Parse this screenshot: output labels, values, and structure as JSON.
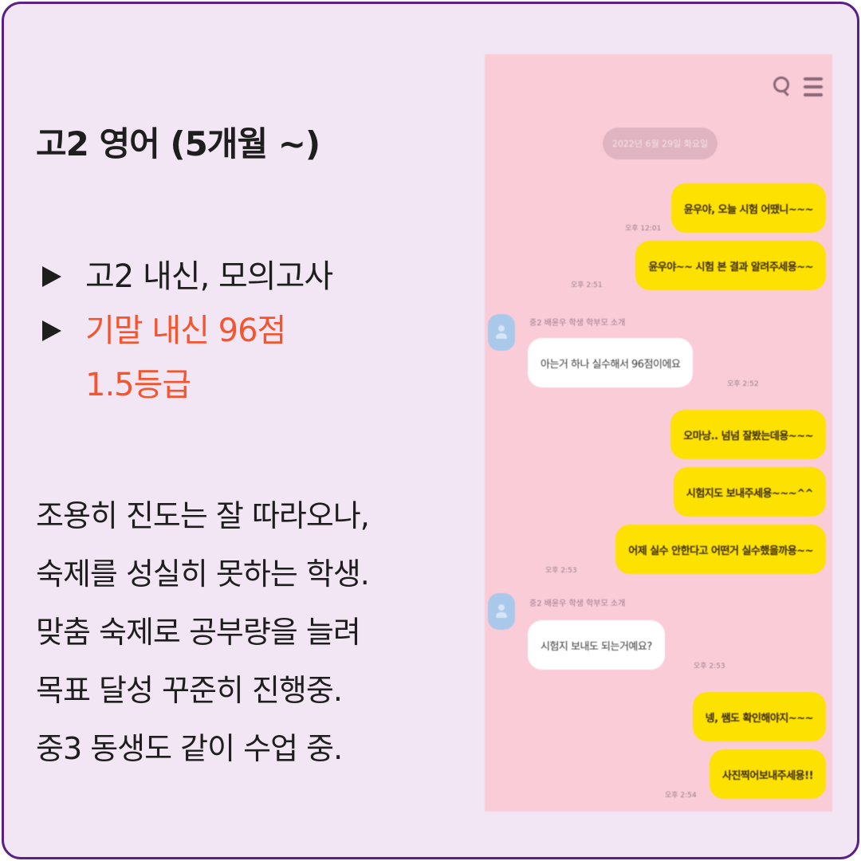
{
  "title": "고2 영어 (5개월 ~)",
  "bullets": [
    {
      "text": "고2 내신, 모의고사",
      "highlight": false
    },
    {
      "text": "기말 내신 96점",
      "sub": "1.5등급",
      "highlight": true
    }
  ],
  "description": [
    "조용히 진도는 잘 따라오나,",
    "숙제를 성실히 못하는 학생.",
    "맞춤 숙제로 공부량을 늘려",
    "목표 달성 꾸준히 진행중.",
    "중3 동생도 같이 수업 중."
  ],
  "colors": {
    "background": "#f3e6f4",
    "border": "#5a2186",
    "highlight": "#f5552e",
    "chat_background": "#f9ccd8",
    "my_bubble": "#fde100",
    "other_bubble": "#ffffff"
  },
  "chat": {
    "date": "2022년 6월 29일 화요일",
    "sender": "중2 배윤우 학생 학부모 소개",
    "messages": [
      {
        "from": "me",
        "text": "윤우야, 오늘 시험 어땠니~~~",
        "time": "오후 12:01"
      },
      {
        "from": "me",
        "text": "윤우야~~ 시험 본 결과 알려주세용~~",
        "time": "오후 2:51"
      },
      {
        "from": "other",
        "text": "아는거 하나 실수해서 96점이에요",
        "time": "오후 2:52"
      },
      {
        "from": "me",
        "text": "오마낭.. 넘넘 잘봤는데용~~~",
        "time": ""
      },
      {
        "from": "me",
        "text": "시험지도 보내주세용~~~^^",
        "time": ""
      },
      {
        "from": "me",
        "text": "어제 실수 안한다고 어떤거 실수했을까용~~",
        "time": "오후 2:53"
      },
      {
        "from": "other",
        "text": "시험지 보내도 되는거예요?",
        "time": "오후 2:53"
      },
      {
        "from": "me",
        "text": "넹, 쌤도 확인해야지~~~",
        "time": ""
      },
      {
        "from": "me",
        "text": "사진찍어보내주세용!!",
        "time": "오후 2:54"
      }
    ],
    "icons": [
      "search-icon",
      "menu-icon"
    ]
  }
}
